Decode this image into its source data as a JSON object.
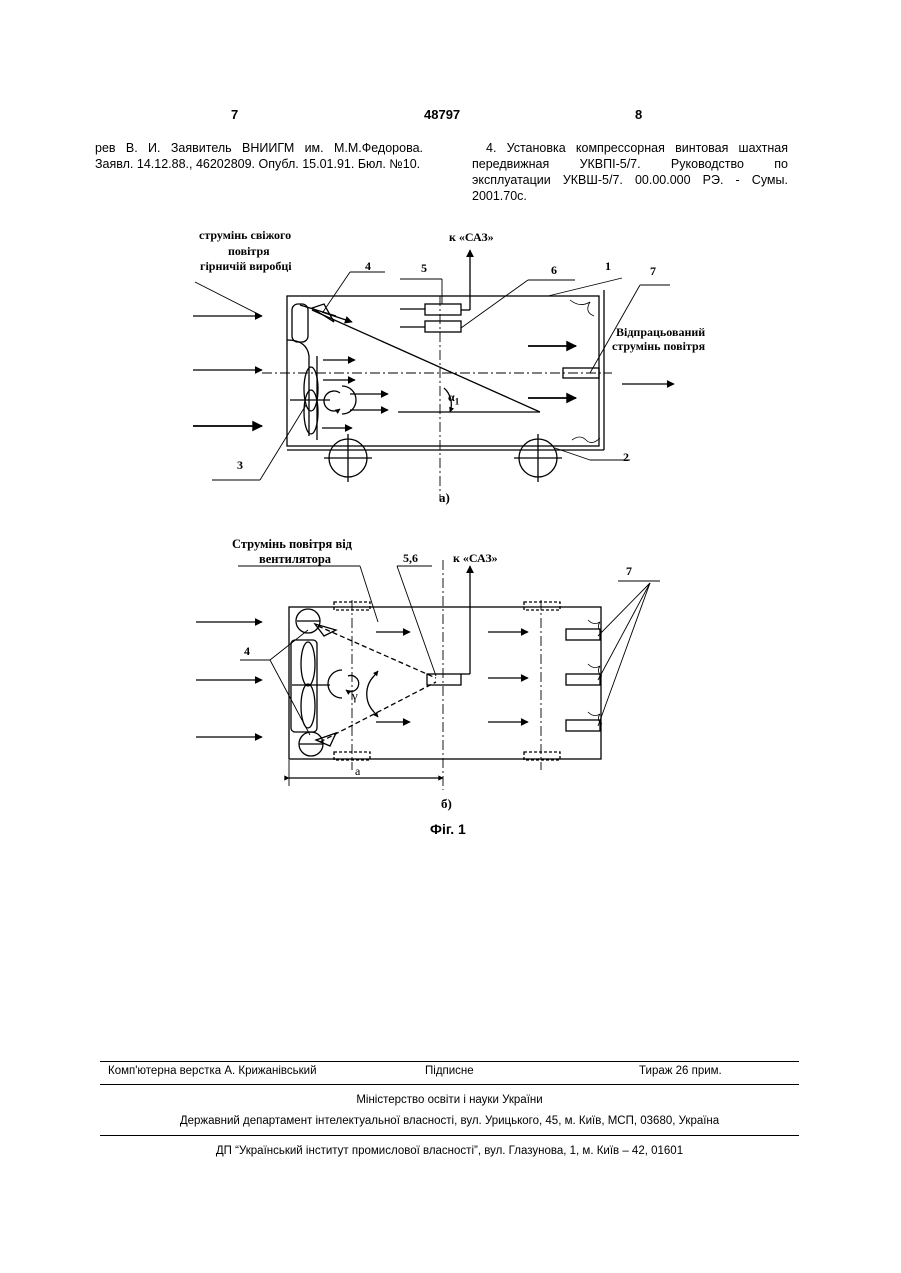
{
  "header": {
    "page_left": "7",
    "patent_no": "48797",
    "page_right": "8"
  },
  "refs": {
    "left": "рев В. И. Заявитель ВНИИГМ им. М.М.Федорова. Заявл. 14.12.88., 46202809. Опубл. 15.01.91. Бюл. №10.",
    "right": "4. Установка компрессорная винтовая шахтная передвижная УКВПІ-5/7. Руководство по эксплуатации УКВШ-5/7. 00.00.000 РЭ. - Сумы. 2001.70с."
  },
  "figure_a": {
    "inflow_l1": "струмінь свіжого",
    "inflow_l2": "повітря",
    "inflow_l3": "гірничій виробці",
    "to_saz": "к «САЗ»",
    "outflow_l1": "Відпрацьований",
    "outflow_l2": "струмінь повітря",
    "angle": "α",
    "angle_sub": "1",
    "labels": [
      "1",
      "2",
      "3",
      "4",
      "5",
      "6",
      "7"
    ],
    "caption": "а)"
  },
  "figure_b": {
    "fan_flow_l1": "Струмінь повітря від",
    "fan_flow_l2": "вентилятора",
    "sensor_label": "5,6",
    "to_saz": "к «САЗ»",
    "label_4": "4",
    "label_7": "7",
    "angle": "γ",
    "dim": "a",
    "caption": "б)"
  },
  "figure_title": "Фіг. 1",
  "footer": {
    "layout": "Комп'ютерна верстка А. Крижанівський",
    "signed": "Підписне",
    "print_run": "Тираж 26 прим.",
    "ministry": "Міністерство освіти і науки України",
    "department": "Державний департамент інтелектуальної власності, вул. Урицького, 45, м. Київ, МСП, 03680, Україна",
    "institute": "ДП “Український інститут промислової власності”, вул. Глазунова, 1, м. Київ – 42, 01601"
  }
}
